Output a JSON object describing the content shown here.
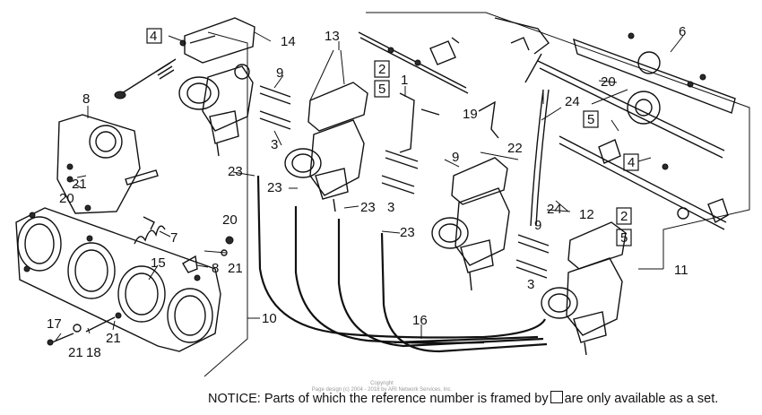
{
  "diagram": {
    "callouts": {
      "c1": "1",
      "c2a": "2",
      "c2b": "2",
      "c3a": "3",
      "c3b": "3",
      "c3c": "3",
      "c4a": "4",
      "c4b": "4",
      "c5a": "5",
      "c5b": "5",
      "c5c": "5",
      "c6": "6",
      "c7": "7",
      "c8a": "8",
      "c8b": "8",
      "c9a": "9",
      "c9b": "9",
      "c9c": "9",
      "c10": "10",
      "c11": "11",
      "c12": "12",
      "c13": "13",
      "c14": "14",
      "c15": "15",
      "c16": "16",
      "c17": "17",
      "c18": "18",
      "c19": "19",
      "c20a": "20",
      "c20b": "20",
      "c20c": "20",
      "c21a": "21",
      "c21b": "21",
      "c21c": "21",
      "c21d": "21",
      "c22": "22",
      "c23a": "23",
      "c23b": "23",
      "c23c": "23",
      "c23d": "23",
      "c24a": "24",
      "c24b": "24"
    },
    "copyright_line1": "Copyright",
    "copyright_line2": "Page design (c) 2004 - 2018 by ARI Network Services, Inc.",
    "notice_before": "NOTICE: Parts of which the reference number is framed by",
    "notice_after": "are only available as a set."
  }
}
